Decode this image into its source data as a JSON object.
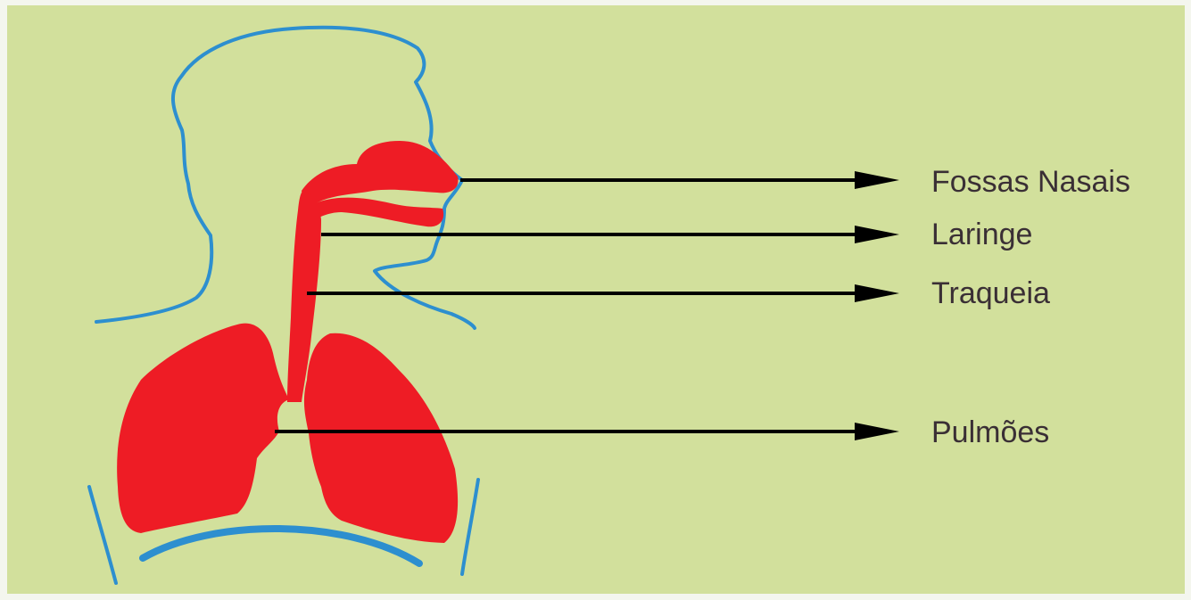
{
  "colors": {
    "background": "#d2e09c",
    "outline": "#2d8fcf",
    "organs": "#ee1c25",
    "pointer": "#000000",
    "text": "#3a2f35"
  },
  "labels": {
    "nasal": "Fossas Nasais",
    "larynx": "Laringe",
    "trachea": "Traqueia",
    "lungs": "Pulmões"
  }
}
